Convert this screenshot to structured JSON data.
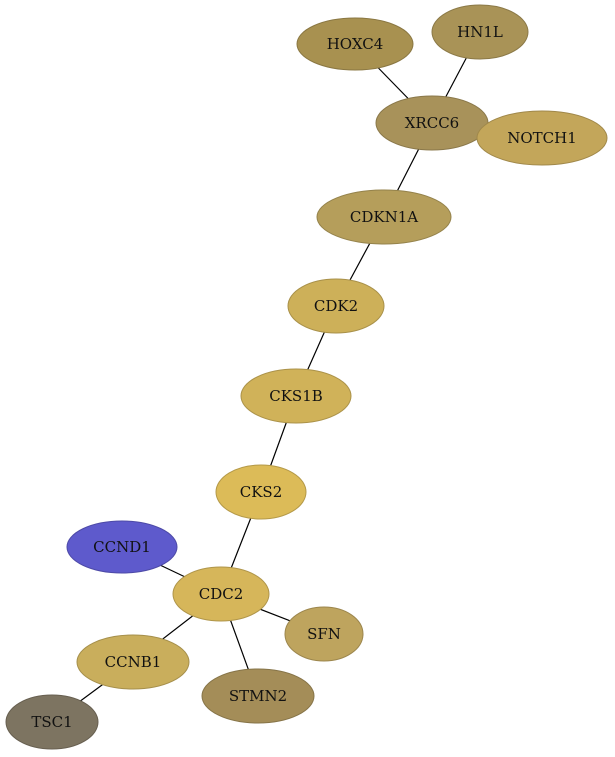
{
  "nodes": [
    {
      "id": "HOXC4",
      "label": "HOXC4",
      "color": "#a89150"
    },
    {
      "id": "HN1L",
      "label": "HN1L",
      "color": "#a99357"
    },
    {
      "id": "XRCC6",
      "label": "XRCC6",
      "color": "#a8925a"
    },
    {
      "id": "NOTCH1",
      "label": "NOTCH1",
      "color": "#c3a65a"
    },
    {
      "id": "CDKN1A",
      "label": "CDKN1A",
      "color": "#b59e5b"
    },
    {
      "id": "CDK2",
      "label": "CDK2",
      "color": "#cdb059"
    },
    {
      "id": "CKS1B",
      "label": "CKS1B",
      "color": "#d0b259"
    },
    {
      "id": "CKS2",
      "label": "CKS2",
      "color": "#dcbb58"
    },
    {
      "id": "CCND1",
      "label": "CCND1",
      "color": "#5e5acc"
    },
    {
      "id": "CDC2",
      "label": "CDC2",
      "color": "#d6b65a"
    },
    {
      "id": "SFN",
      "label": "SFN",
      "color": "#bea45e"
    },
    {
      "id": "CCNB1",
      "label": "CCNB1",
      "color": "#c9ae5c"
    },
    {
      "id": "STMN2",
      "label": "STMN2",
      "color": "#a48d58"
    },
    {
      "id": "TSC1",
      "label": "TSC1",
      "color": "#7d7461"
    }
  ],
  "edges": [
    [
      "HOXC4",
      "XRCC6"
    ],
    [
      "HN1L",
      "XRCC6"
    ],
    [
      "XRCC6",
      "CDKN1A"
    ],
    [
      "CDKN1A",
      "CDK2"
    ],
    [
      "CDK2",
      "CKS1B"
    ],
    [
      "CKS1B",
      "CKS2"
    ],
    [
      "CKS2",
      "CDC2"
    ],
    [
      "CCND1",
      "CDC2"
    ],
    [
      "CDC2",
      "SFN"
    ],
    [
      "CDC2",
      "CCNB1"
    ],
    [
      "CDC2",
      "STMN2"
    ],
    [
      "CCNB1",
      "TSC1"
    ]
  ]
}
